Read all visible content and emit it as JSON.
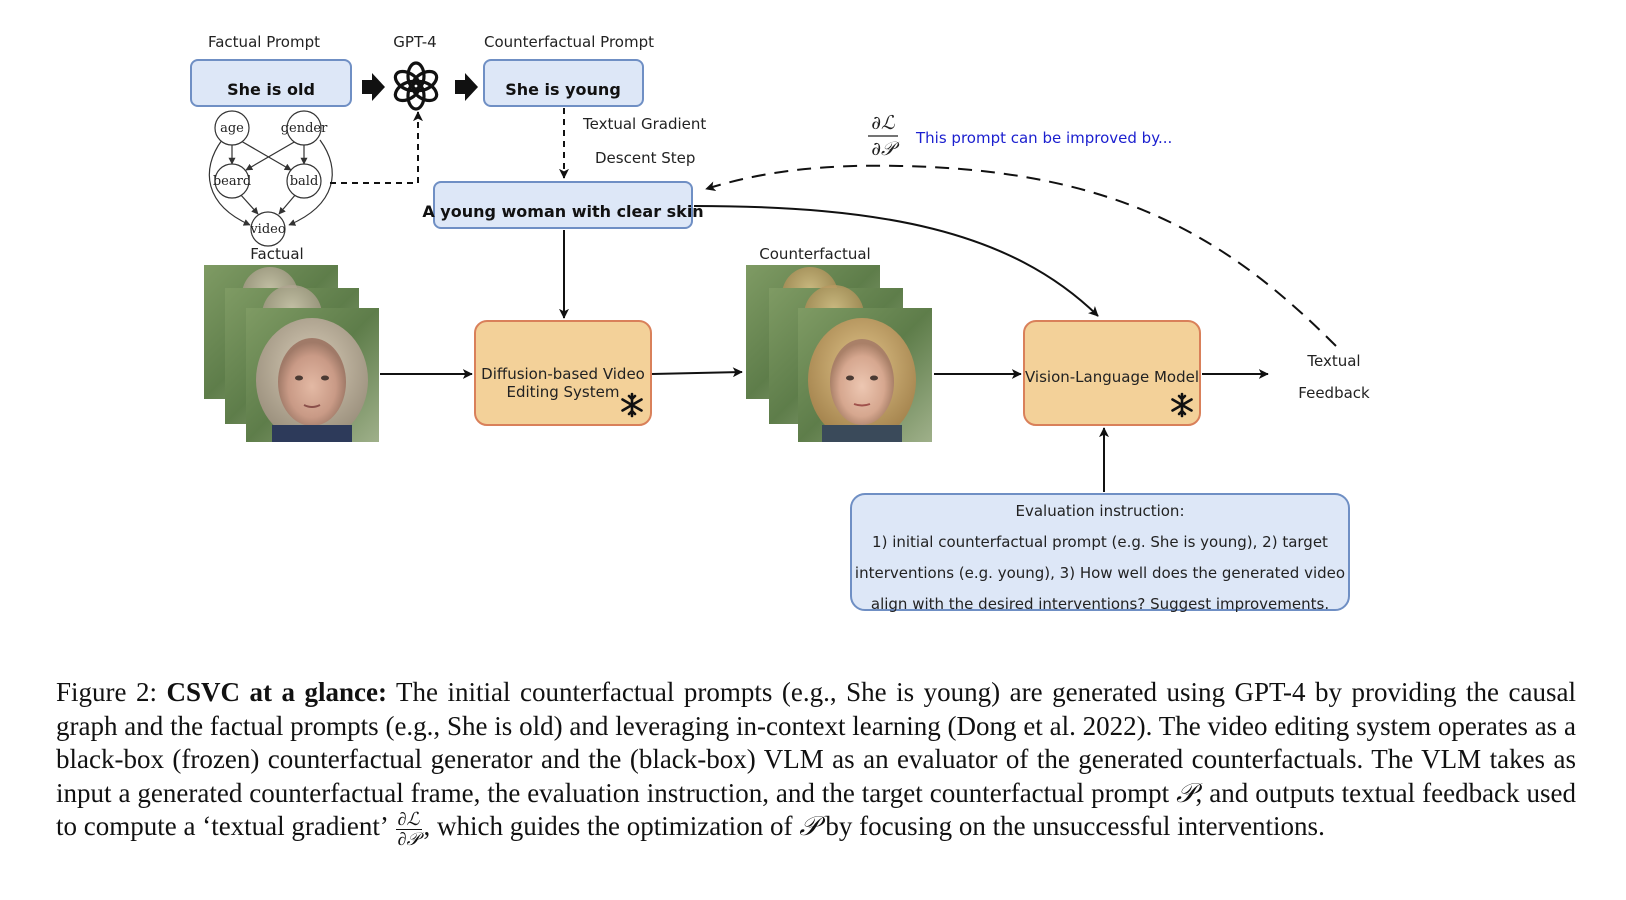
{
  "diagram": {
    "factual_prompt_title": "Factual Prompt",
    "factual_prompt_text": "She is old",
    "gpt_label": "GPT-4",
    "counterfactual_prompt_title": "Counterfactual Prompt",
    "counterfactual_prompt_text": "She is young",
    "causal_graph": {
      "nodes": [
        "age",
        "gender",
        "beard",
        "bald",
        "video"
      ]
    },
    "textual_gradient_line1": "Textual Gradient",
    "textual_gradient_line2": "Descent Step",
    "gradient_symbol_num": "∂ℒ",
    "gradient_symbol_den": "∂𝒫",
    "gradient_message": "This prompt can be improved by...",
    "refined_prompt": "A young woman with clear skin",
    "factual_label": "Factual",
    "counterfactual_label": "Counterfactual",
    "editing_system_line1": "Diffusion-based Video",
    "editing_system_line2": "Editing System",
    "vlm_label": "Vision-Language Model",
    "feedback_line1": "Textual",
    "feedback_line2": "Feedback",
    "evaluation": {
      "title": "Evaluation instruction:",
      "line1": "1) initial counterfactual prompt (e.g. She is young), 2) target",
      "line2": "interventions (e.g. young), 3) How well does the generated video",
      "line3": "align with the desired interventions? Suggest improvements."
    },
    "colors": {
      "blue_box_fill": "#dde7f7",
      "blue_box_stroke": "#6f8fc4",
      "orange_box_fill": "#f3d199",
      "orange_box_stroke": "#d9805a",
      "gradient_text": "#1b1fcf"
    }
  },
  "caption": {
    "figure_label": "Figure 2:",
    "bold_title": "CSVC at a glance:",
    "text_part1": "The initial counterfactual prompts (e.g., She is young) are generated using GPT-4 by providing the causal graph and the factual prompts (e.g., She is old) and leveraging in-context learning (Dong et al. 2022). The video editing system operates as a black-box (frozen) counterfactual generator and the (black-box) VLM as an evaluator of the generated counterfactuals. The VLM takes as input a generated counterfactual frame, the evaluation instruction, and the target counterfactual prompt",
    "symbol_p": "𝒫",
    "text_part2": ", and outputs textual feedback used to compute a ‘textual gradient’",
    "frac_num": "∂ℒ",
    "frac_den": "∂𝒫",
    "text_part3": ", which guides the optimization of",
    "text_part4": "by focusing on the unsuccessful interventions."
  }
}
